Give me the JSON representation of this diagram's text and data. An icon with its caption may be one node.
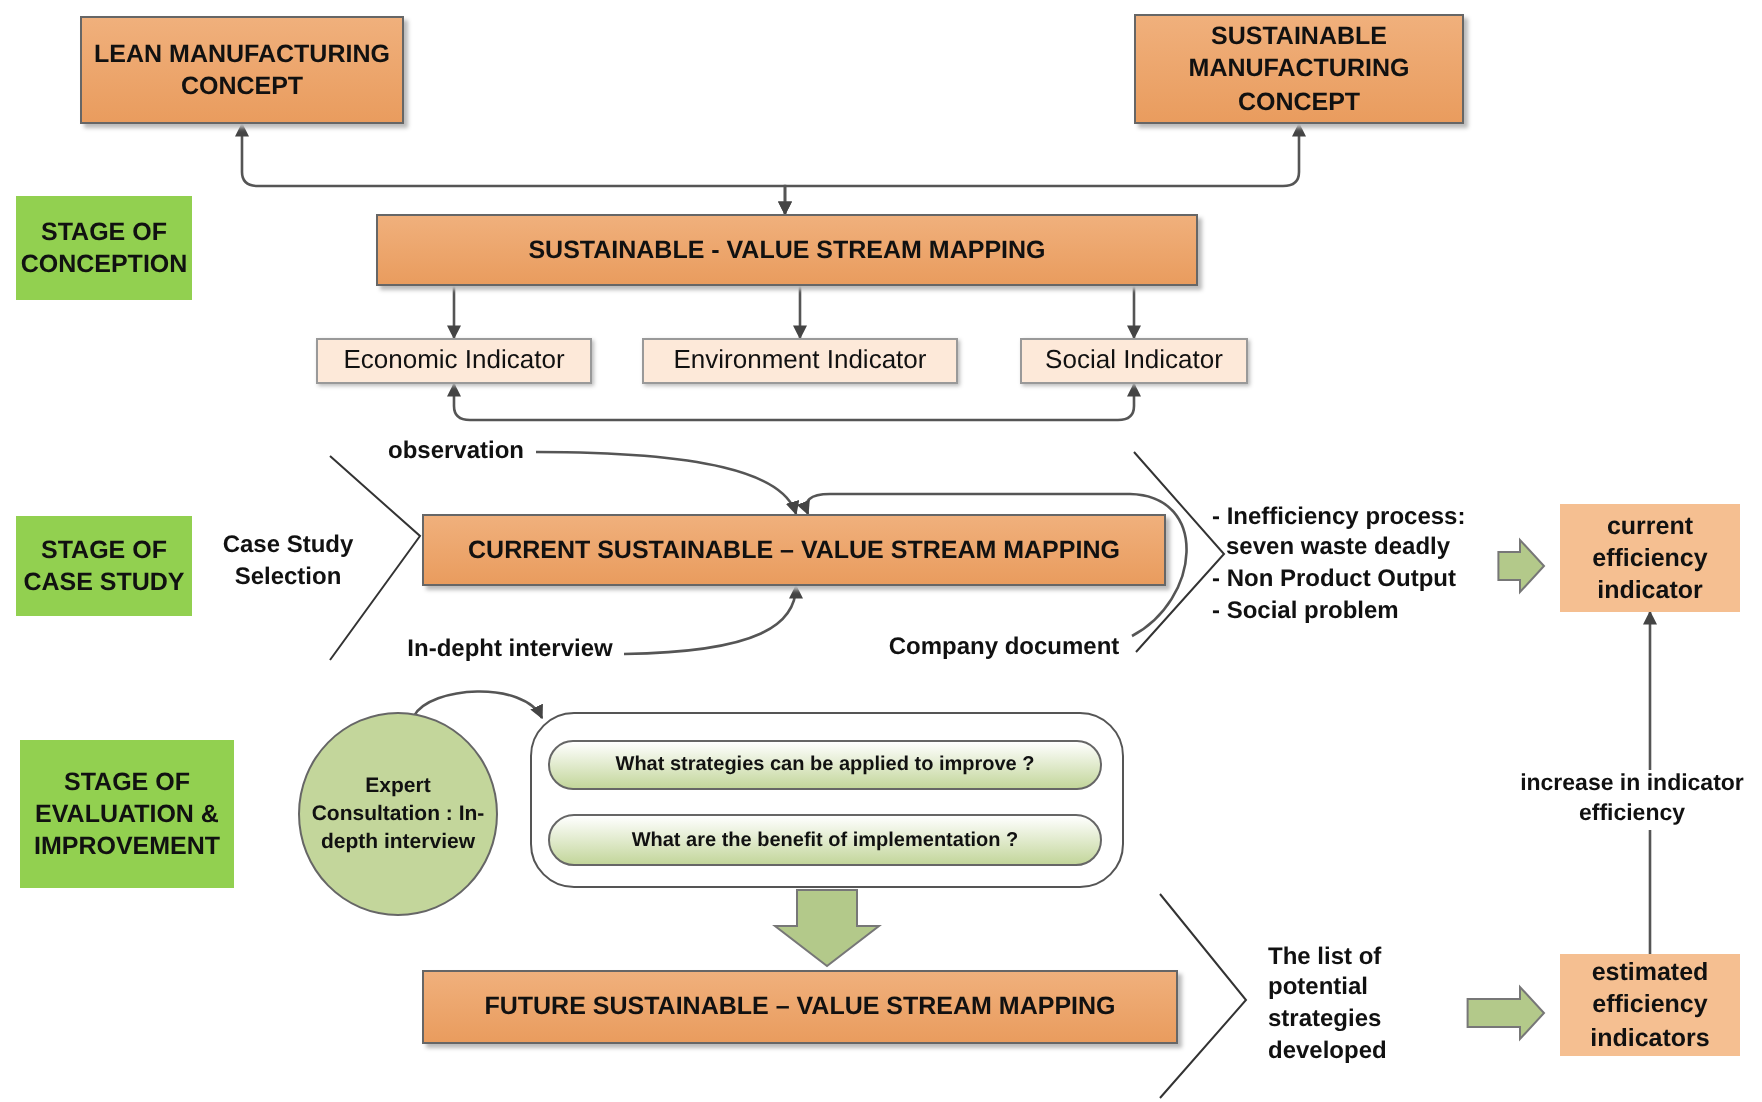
{
  "diagram": {
    "nodes": [
      {
        "text": [
          "LEAN MANUFACTURING CONCEPT"
        ]
      },
      {
        "text": [
          "SUSTAINABLE MANUFACTURING CONCEPT"
        ]
      },
      {
        "text": [
          "STAGE OF CONCEPTION"
        ]
      },
      {
        "text": [
          "SUSTAINABLE - VALUE STREAM MAPPING"
        ]
      },
      {
        "text": [
          "Economic Indicator"
        ]
      },
      {
        "text": [
          "Environment Indicator"
        ]
      },
      {
        "text": [
          "Social Indicator"
        ]
      },
      {
        "text": [
          "observation"
        ]
      },
      {
        "text": [
          "STAGE OF CASE STUDY"
        ]
      },
      {
        "text": [
          "CURRENT SUSTAINABLE – VALUE STREAM MAPPING"
        ]
      },
      {
        "text": [
          "In-depht interview"
        ]
      },
      {
        "text": [
          "Company document"
        ]
      },
      {
        "text": [
          "- Inefficiency process: seven waste deadly",
          "- Non Product Output",
          "- Social problem"
        ]
      },
      {
        "text": [
          "current efficiency indicator"
        ]
      },
      {
        "text": [
          "STAGE OF EVALUATION & IMPROVEMENT"
        ]
      },
      {
        "text": [
          "Expert Consultation : In-depth interview"
        ]
      },
      {
        "text": [],
        "shape": "box"
      },
      {
        "text": [
          "What strategies can be applied to improve ?"
        ],
        "in": 16
      },
      {
        "text": [
          "What are the benefit of implementation ?"
        ],
        "in": 16
      },
      {
        "text": [
          "FUTURE SUSTAINABLE  – VALUE STREAM MAPPING"
        ]
      },
      {
        "text": [
          "The list of potential strategies developed"
        ]
      },
      {
        "text": [
          "estimated efficiency indicators"
        ]
      }
    ],
    "edges": [
      {
        "from": 0,
        "to": 3,
        "arrow": "both"
      },
      {
        "from": 1,
        "to": 3,
        "arrow": "both"
      },
      {
        "from": 3,
        "to": 4,
        "arrow": "to"
      },
      {
        "from": 3,
        "to": 5,
        "arrow": "to"
      },
      {
        "from": 3,
        "to": 6,
        "arrow": "to"
      },
      {
        "from": 4,
        "to": 6,
        "arrow": "both"
      },
      {
        "from": 7,
        "to": 9,
        "arrow": "to"
      },
      {
        "from": 11,
        "to": 9,
        "arrow": "to"
      },
      {
        "from": 10,
        "to": 9,
        "arrow": "to"
      },
      {
        "from": 12,
        "to": 13,
        "arrow": "to",
        "style": "thick",
        "color": "#b3c98a"
      },
      {
        "from": 21,
        "to": 13,
        "arrow": "to",
        "label": "increase in indicator efficiency"
      },
      {
        "from": 15,
        "to": 16,
        "arrow": "to"
      },
      {
        "from": 16,
        "to": 19,
        "arrow": "to",
        "style": "thick",
        "color": "#b3c98a"
      },
      {
        "from": 20,
        "to": 21,
        "arrow": "to",
        "style": "thick",
        "color": "#b3c98a"
      }
    ],
    "labels": [
      "Case Study Selection"
    ]
  }
}
